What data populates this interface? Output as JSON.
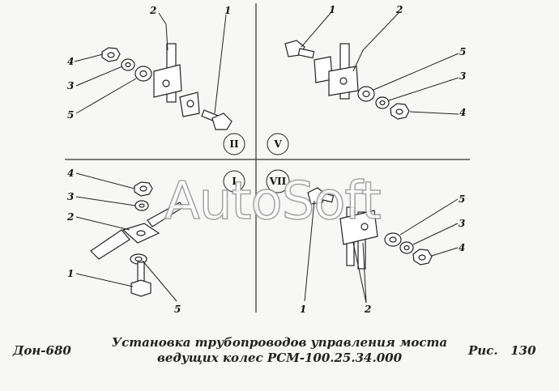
{
  "caption": {
    "model": "Дон-680",
    "title_line1": "Установка трубопроводов управления моста",
    "title_line2": "ведущих колес РСМ-100.25.34.000",
    "figure": "Рис.   130"
  },
  "watermark": "AutoSoft",
  "quadrants": {
    "top_left": "II",
    "top_right": "V",
    "bottom_left": "I",
    "bottom_right": "VII"
  },
  "callouts": {
    "q2_2": "2",
    "q2_1": "1",
    "q2_4": "4",
    "q2_3": "3",
    "q2_5": "5",
    "q5_1": "1",
    "q5_2": "2",
    "q5_5": "5",
    "q5_3": "3",
    "q5_4": "4",
    "q1_4": "4",
    "q1_3": "3",
    "q1_2": "2",
    "q1_1": "1",
    "q1_5": "5",
    "q7_5": "5",
    "q7_3": "3",
    "q7_4": "4",
    "q7_1": "1",
    "q7_2": "2"
  }
}
